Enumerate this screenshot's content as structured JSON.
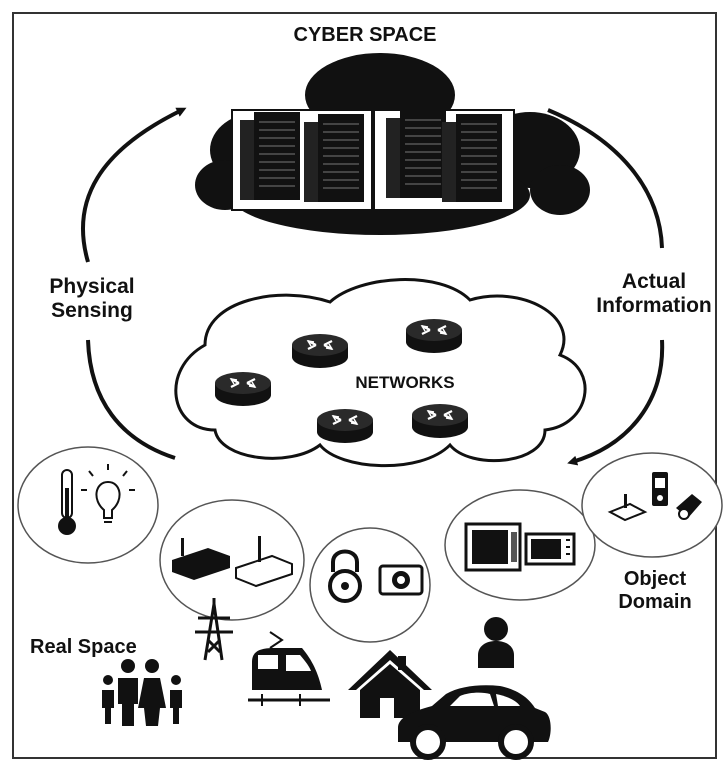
{
  "diagram": {
    "title": "CYBER SPACE",
    "network_label": "NETWORKS",
    "left_arrow_label": [
      "Physical",
      "Sensing"
    ],
    "right_arrow_label": [
      "Actual",
      "Information"
    ],
    "object_domain_label": [
      "Object",
      "Domain"
    ],
    "real_space_label": "Real Space"
  },
  "colors": {
    "ink": "#111111",
    "frame": "#333333",
    "background": "#ffffff",
    "device_fill": "#222222"
  },
  "icons": [
    "server-rack-icon",
    "router-icon",
    "thermometer-icon",
    "light-bulb-icon",
    "wireless-router-icon",
    "padlock-icon",
    "camera-icon",
    "monitor-icon",
    "microwave-icon",
    "sensor-devices-icon",
    "power-tower-icon",
    "train-icon",
    "house-icon",
    "car-icon",
    "person-icon",
    "family-icon"
  ]
}
